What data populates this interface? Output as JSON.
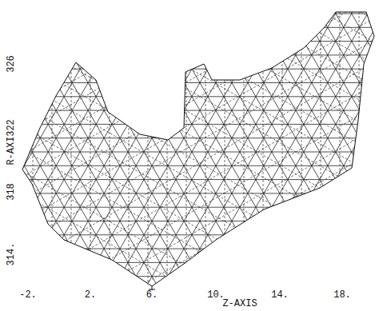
{
  "diagram": {
    "labels": [
      "R-AXIS",
      "326",
      "322",
      "318",
      "314.",
      "-2.",
      "2.",
      "6.",
      "10.",
      "14.",
      "18.",
      "Z-AXIS"
    ]
  }
}
